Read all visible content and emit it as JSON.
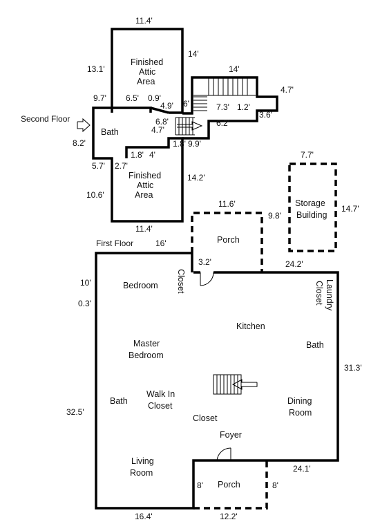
{
  "floors": {
    "second": "Second Floor",
    "first": "First Floor"
  },
  "rooms": {
    "attic_upper": [
      "Finished",
      "Attic",
      "Area"
    ],
    "attic_lower": [
      "Finished",
      "Attic",
      "Area"
    ],
    "bath_upper": "Bath",
    "storage": [
      "Storage",
      "Building"
    ],
    "porch_back": "Porch",
    "closet_top": "Closet",
    "laundry_closet": [
      "Laundry",
      "Closet"
    ],
    "bedroom": "Bedroom",
    "kitchen": "Kitchen",
    "master_bedroom": [
      "Master",
      "Bedroom"
    ],
    "bath_right": "Bath",
    "bath_left": "Bath",
    "walk_in_closet": [
      "Walk In",
      "Closet"
    ],
    "dining_room": [
      "Dining",
      "Room"
    ],
    "closet_mid": "Closet",
    "foyer": "Foyer",
    "living_room": [
      "Living",
      "Room"
    ],
    "porch_front": "Porch"
  },
  "dimensions": {
    "attic_top_width": "11.4'",
    "attic_right_14": "14'",
    "attic_left_13_1": "13.1'",
    "stair_top_14": "14'",
    "stair_right_4_7": "4.7'",
    "d_9_7": "9.7'",
    "d_6_5": "6.5'",
    "d_0_9": "0.9'",
    "d_4_9": "4.9'",
    "d_6": "6'",
    "d_7_3": "7.3'",
    "d_1_2": "1.2'",
    "d_3_6": "3.6'",
    "d_6_8": "6.8'",
    "d_4_7": "4.7'",
    "d_6_2": "6.2'",
    "d_8_2": "8.2'",
    "d_1_8a": "1.8'",
    "d_4": "4'",
    "d_1_8b": "1.8'",
    "d_9_9": "9.9'",
    "d_5_7": "5.7'",
    "d_2_7": "2.7'",
    "d_14_2": "14.2'",
    "d_10_6": "10.6'",
    "attic_bottom_width": "11.4'",
    "storage_top": "7.7'",
    "storage_right": "14.7'",
    "porch_top": "11.6'",
    "porch_right": "9.8'",
    "d_16": "16'",
    "d_3_2": "3.2'",
    "d_24_2": "24.2'",
    "d_10": "10'",
    "d_0_3": "0.3'",
    "d_31_3": "31.3'",
    "d_32_5": "32.5'",
    "d_24_1": "24.1'",
    "d_8_left": "8'",
    "d_8_right": "8'",
    "d_16_4": "16.4'",
    "d_12_2": "12.2'"
  }
}
